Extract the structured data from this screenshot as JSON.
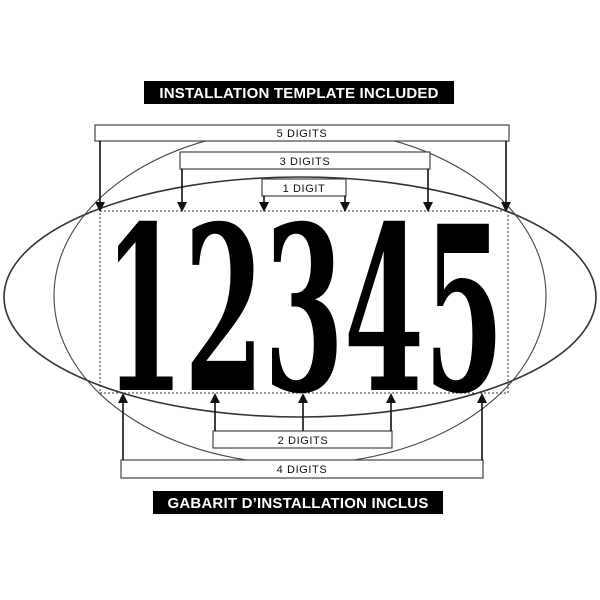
{
  "banners": {
    "top": "INSTALLATION TEMPLATE INCLUDED",
    "bottom": "GABARIT D’INSTALLATION INCLUS"
  },
  "digits": "12345",
  "measure_bars": {
    "five_digits": "5 DIGITS",
    "three_digits": "3 DIGITS",
    "one_digit": "1 DIGIT",
    "two_digits": "2 DIGITS",
    "four_digits": "4 DIGITS"
  },
  "colors": {
    "ink": "#000000",
    "line": "#333333",
    "background": "#ffffff"
  }
}
